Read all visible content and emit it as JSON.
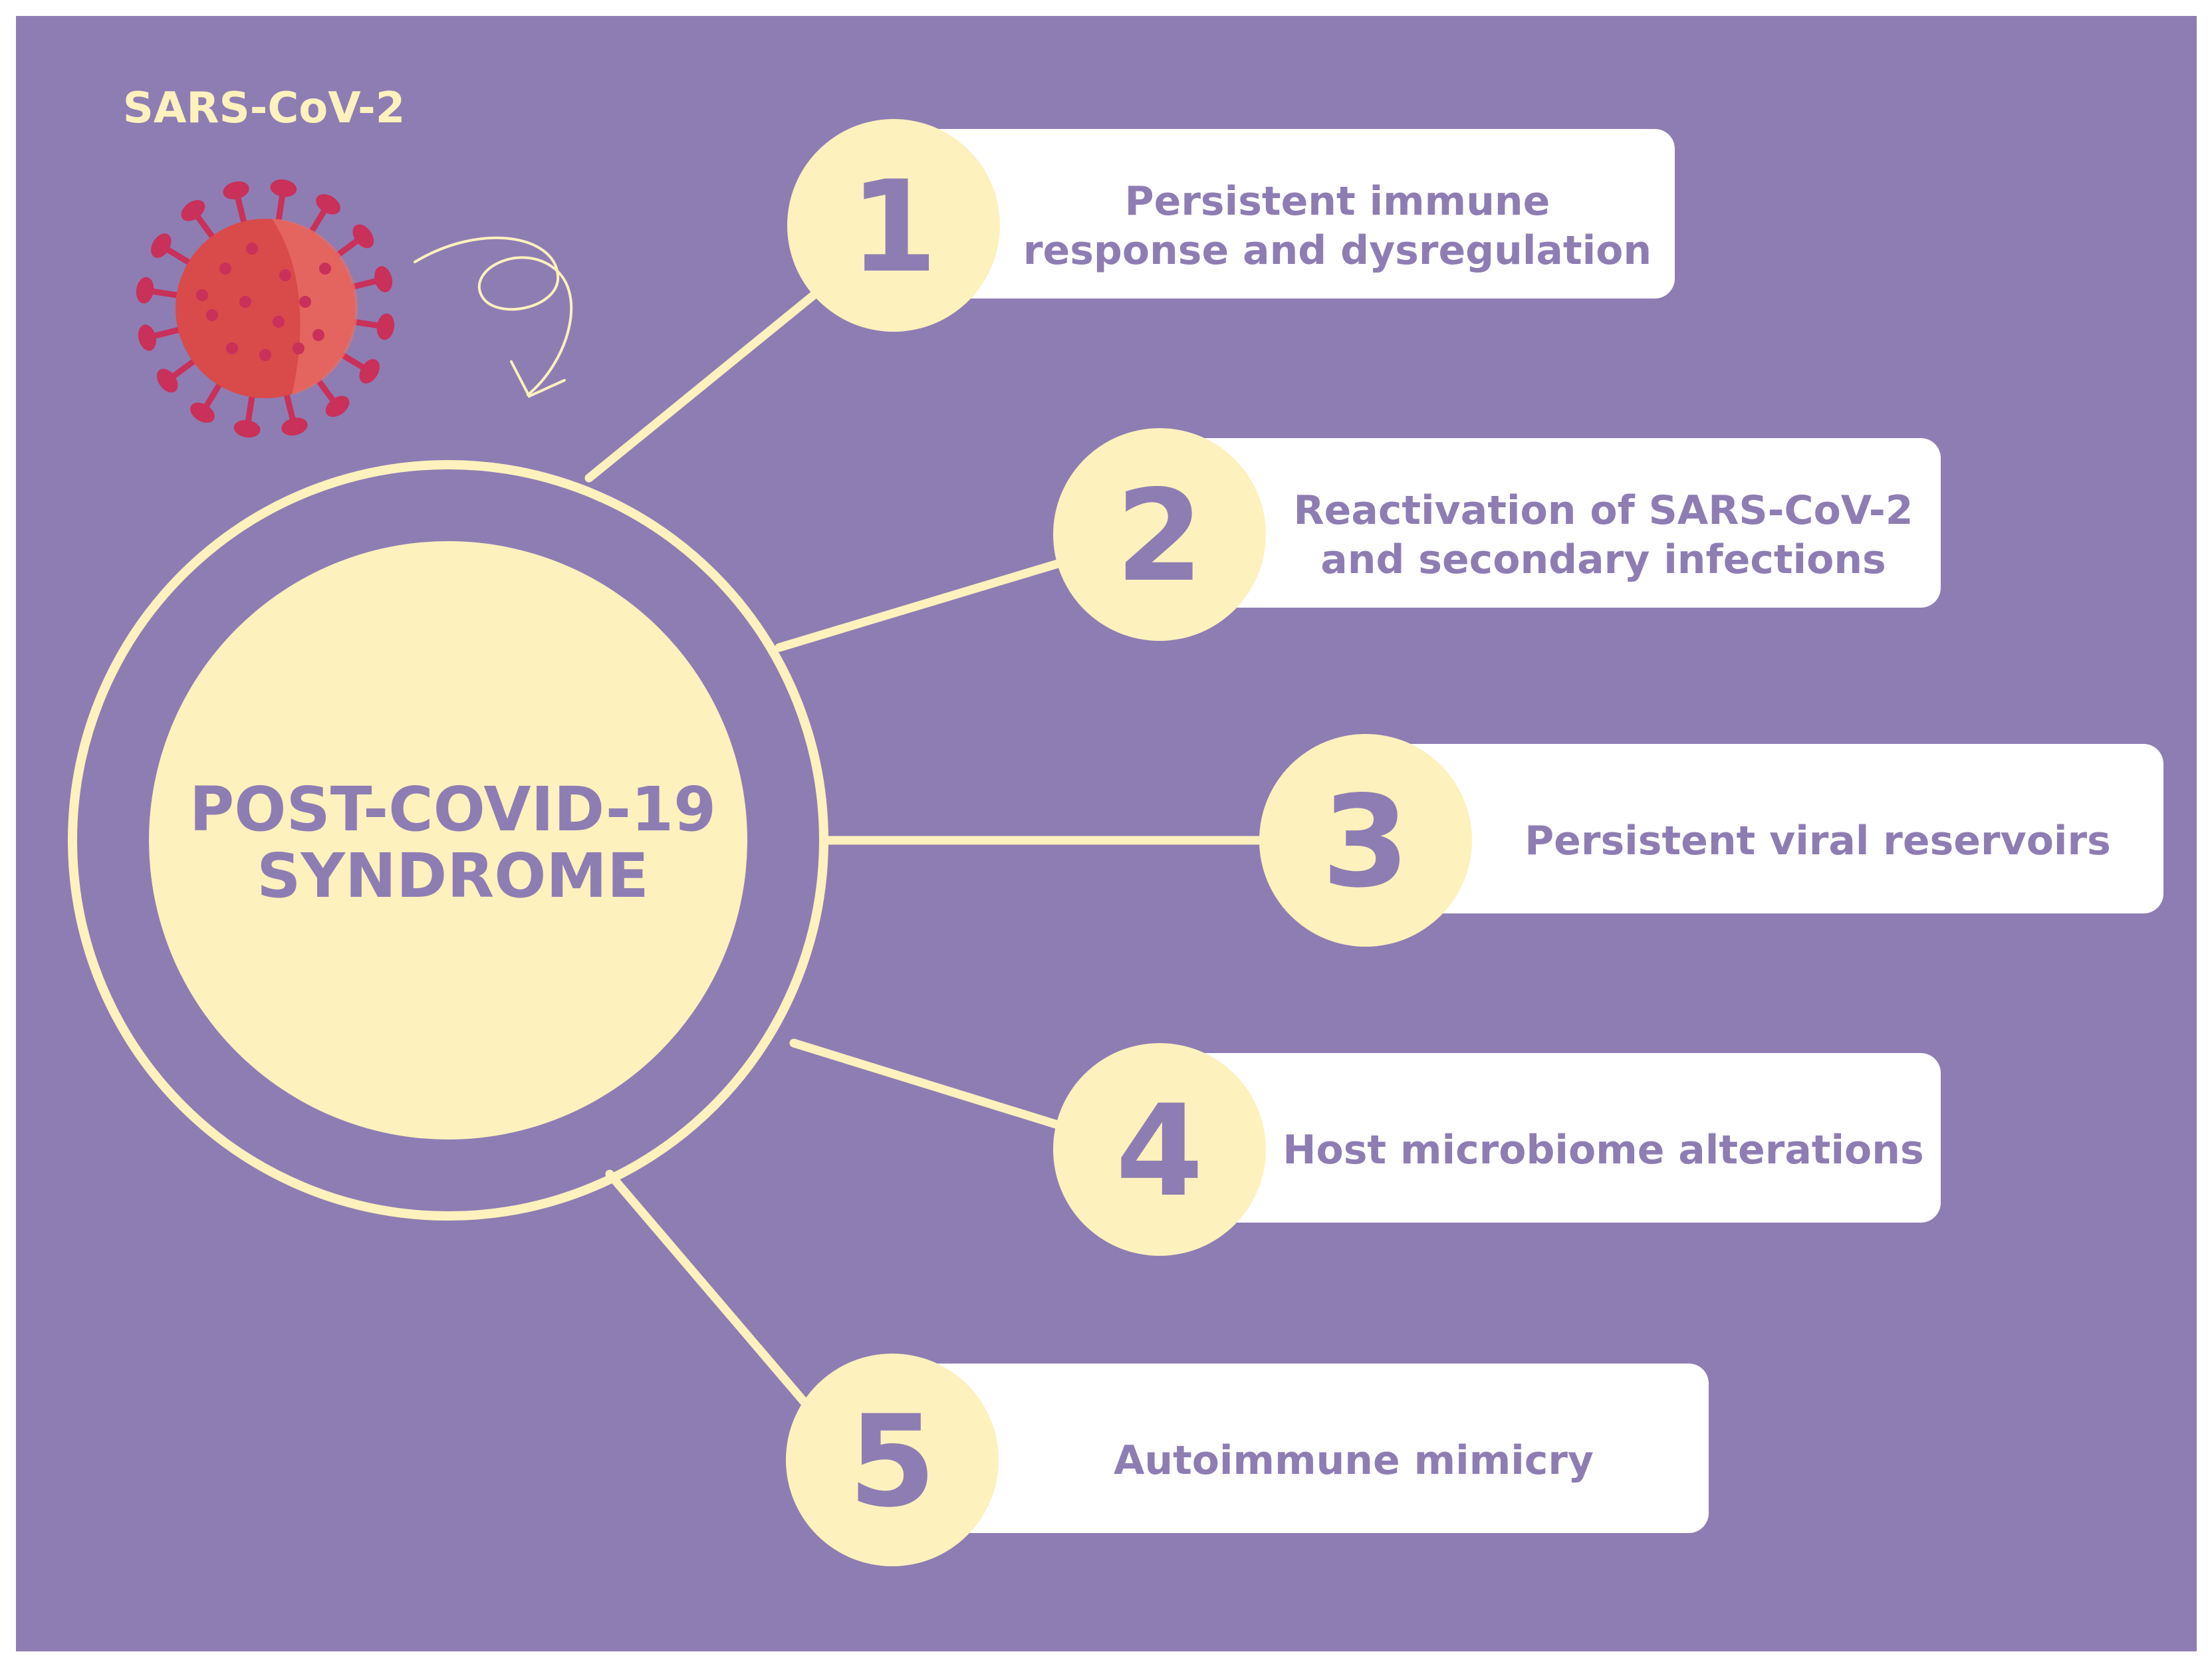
{
  "colors": {
    "background": "#8e7db3",
    "cream": "#fdf1bd",
    "card": "#ffffff",
    "text_purple": "#8e7db3",
    "virus_body": "#d94a4a",
    "virus_spike": "#c9305a"
  },
  "virus": {
    "label": "SARS-CoV-2",
    "icon": "coronavirus-icon"
  },
  "center": {
    "line1": "POST-COVID-19",
    "line2": "SYNDROME"
  },
  "items": [
    {
      "number": "1",
      "lines": [
        "Persistent immune",
        "response and dysregulation"
      ]
    },
    {
      "number": "2",
      "lines": [
        "Reactivation of SARS-CoV-2",
        "and secondary infections"
      ]
    },
    {
      "number": "3",
      "lines": [
        "Persistent viral reservoirs"
      ]
    },
    {
      "number": "4",
      "lines": [
        "Host microbiome alterations"
      ]
    },
    {
      "number": "5",
      "lines": [
        "Autoimmune mimicry"
      ]
    }
  ]
}
